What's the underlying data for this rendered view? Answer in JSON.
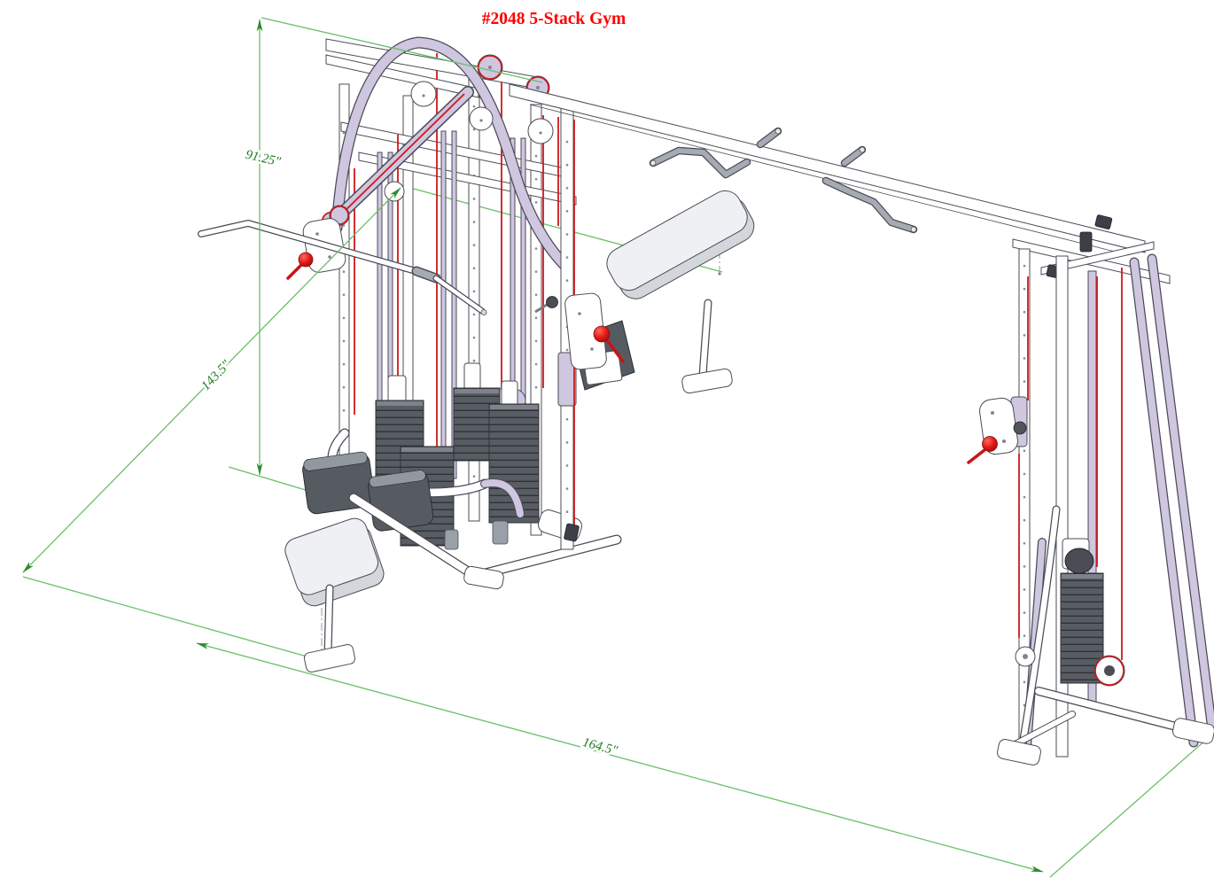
{
  "drawing": {
    "title": "#2048 5-Stack Gym",
    "dimensions": {
      "height_label": "91.25\"",
      "depth_label": "143.5\"",
      "width_label": "164.5\""
    },
    "colors": {
      "title_red": "#ff0000",
      "dimension_text_green": "#1f7d1f",
      "dimension_line_green": "#6abf6a",
      "frame_white": "#ffffff",
      "frame_lavender": "#cfc6e0",
      "outline_gray": "#4b4b56",
      "weight_stack_gray": "#585c63",
      "cable_red": "#d01818",
      "handle_gray": "#a6abb3"
    },
    "stations": {
      "left": "lat pulldown",
      "center": "multi weight stacks with bench",
      "top": "chin-up crossbar",
      "right": "cable column tower"
    }
  }
}
